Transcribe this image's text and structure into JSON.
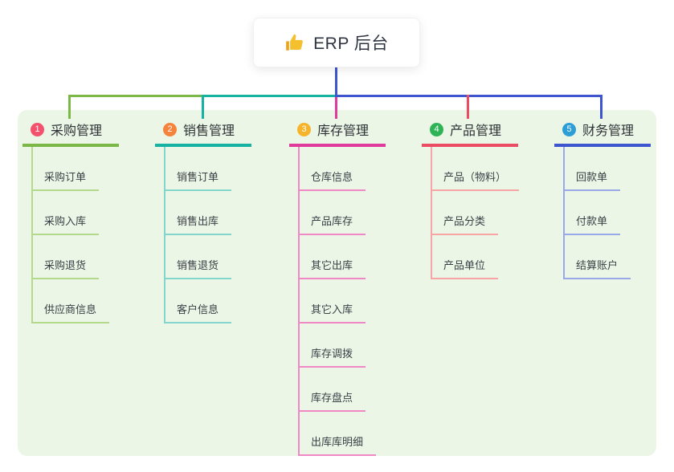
{
  "root": {
    "label": "ERP 后台",
    "icon": "thumbs-up-icon",
    "icon_color": "#f0b429",
    "connector_color": "#3d56cf"
  },
  "canvas_color": "#ebf6e7",
  "branches": [
    {
      "index": "1",
      "label": "采购管理",
      "badge_color": "#f4516c",
      "line_color": "#7cb848",
      "child_line_color": "#b3da8c",
      "children": [
        "采购订单",
        "采购入库",
        "采购退货",
        "供应商信息"
      ]
    },
    {
      "index": "2",
      "label": "销售管理",
      "badge_color": "#f6833b",
      "line_color": "#16b2a2",
      "child_line_color": "#82d6cb",
      "children": [
        "销售订单",
        "销售出库",
        "销售退货",
        "客户信息"
      ]
    },
    {
      "index": "3",
      "label": "库存管理",
      "badge_color": "#f6b42c",
      "line_color": "#e13a9d",
      "child_line_color": "#f088c6",
      "children": [
        "仓库信息",
        "产品库存",
        "其它出库",
        "其它入库",
        "库存调拨",
        "库存盘点",
        "出库库明细"
      ]
    },
    {
      "index": "4",
      "label": "产品管理",
      "badge_color": "#2eb456",
      "line_color": "#eb4b63",
      "child_line_color": "#f7a5a5",
      "children": [
        "产品（物料）",
        "产品分类",
        "产品单位"
      ]
    },
    {
      "index": "5",
      "label": "财务管理",
      "badge_color": "#2e9fd6",
      "line_color": "#3d56cf",
      "child_line_color": "#98a8e8",
      "children": [
        "回款单",
        "付款单",
        "结算账户"
      ]
    }
  ]
}
